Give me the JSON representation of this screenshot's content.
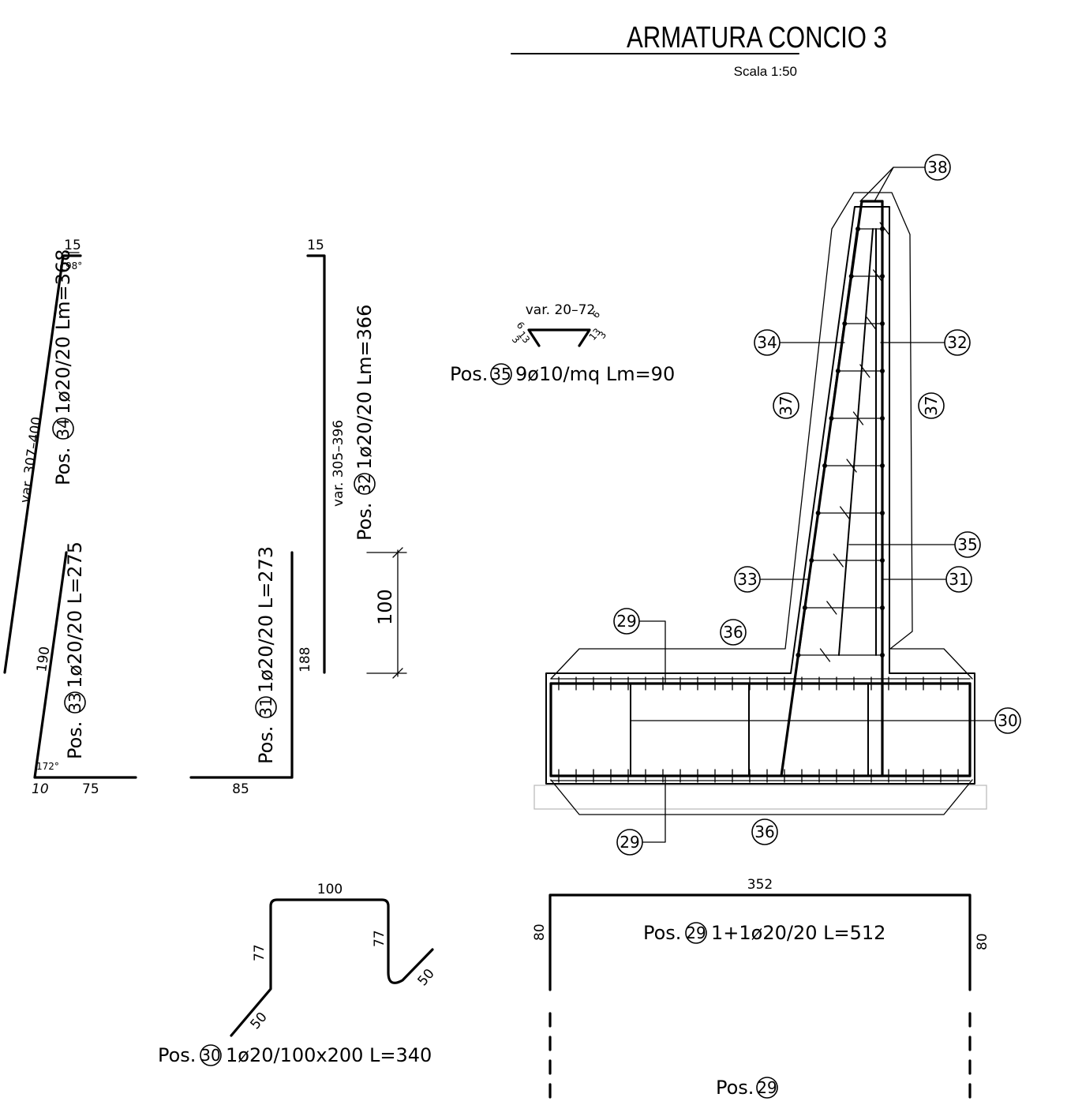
{
  "title": "ARMATURA CONCIO 3",
  "scale": "Scala 1:50",
  "bars": {
    "p34": {
      "pos": "Pos.",
      "num": "34",
      "spec": "1ø20/20  Lm=368",
      "top": "15",
      "angle": "98°",
      "var": "var. 307–400"
    },
    "p33": {
      "pos": "Pos.",
      "num": "33",
      "spec": "1ø20/20  L=275",
      "len": "190",
      "angle": "172°",
      "hook": "10",
      "base": "75"
    },
    "p31": {
      "pos": "Pos.",
      "num": "31",
      "spec": "1ø20/20  L=273",
      "len": "188",
      "base": "85"
    },
    "p32": {
      "pos": "Pos.",
      "num": "32",
      "spec": "1ø20/20  Lm=366",
      "top": "15",
      "var": "var. 305–396"
    },
    "p35": {
      "pos": "Pos.",
      "num": "35",
      "spec": "9ø10/mq  Lm=90",
      "var": "var. 20–72",
      "leg_a": "6",
      "leg_b": "13",
      "leg_c": "3",
      "leg_d": "6",
      "leg_e": "13",
      "leg_f": "3"
    },
    "p30": {
      "pos": "Pos.",
      "num": "30",
      "spec": "1ø20/100x200  L=340",
      "top": "100",
      "left": "77",
      "right": "77",
      "hook_l": "50",
      "hook_r": "50"
    },
    "p29": {
      "pos": "Pos.",
      "num": "29",
      "spec": "1+1ø20/20  L=512",
      "top": "352",
      "left": "80",
      "right": "80"
    },
    "p29b": {
      "pos": "Pos.",
      "num": "29"
    }
  },
  "dim_100": "100",
  "section_callouts": {
    "c38": "38",
    "c34": "34",
    "c32": "32",
    "c37l": "37",
    "c37r": "37",
    "c35": "35",
    "c33": "33",
    "c31": "31",
    "c29t": "29",
    "c36t": "36",
    "c30": "30",
    "c36b": "36",
    "c29b": "29"
  }
}
